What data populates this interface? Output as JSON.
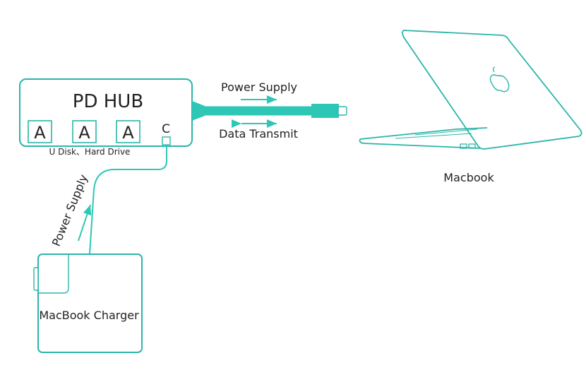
{
  "hub": {
    "title": "PD HUB",
    "ports": [
      "A",
      "A",
      "A"
    ],
    "c_port": "C",
    "sub_label": "U Disk、Hard Drive"
  },
  "cable": {
    "top_label": "Power Supply",
    "bottom_label": "Data Transmit"
  },
  "laptop": {
    "label": "Macbook"
  },
  "charger": {
    "label": "MacBook Charger",
    "cable_label": "Power Supply"
  },
  "colors": {
    "accent": "#2ec7b6",
    "outline": "#2ab5a8",
    "text": "#222222"
  }
}
